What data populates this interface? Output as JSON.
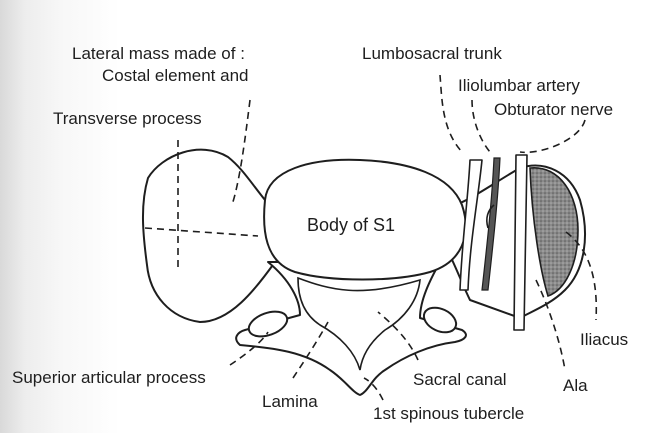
{
  "figure": {
    "labels": {
      "lateral_mass_line1": "Lateral mass made of :",
      "lateral_mass_line2": "Costal element and",
      "transverse_process": "Transverse process",
      "lumbosacral_trunk": "Lumbosacral trunk",
      "iliolumbar_artery": "Iliolumbar artery",
      "obturator_nerve": "Obturator nerve",
      "body_of_s1": "Body of S1",
      "superior_articular_process": "Superior articular process",
      "lamina": "Lamina",
      "sacral_canal": "Sacral canal",
      "first_spinous_tubercle": "1st spinous tubercle",
      "iliacus": "Iliacus",
      "ala": "Ala"
    },
    "colors": {
      "ink": "#1e1e1e",
      "iliacus_fill": "#777777",
      "artery_fill": "#555555"
    }
  }
}
